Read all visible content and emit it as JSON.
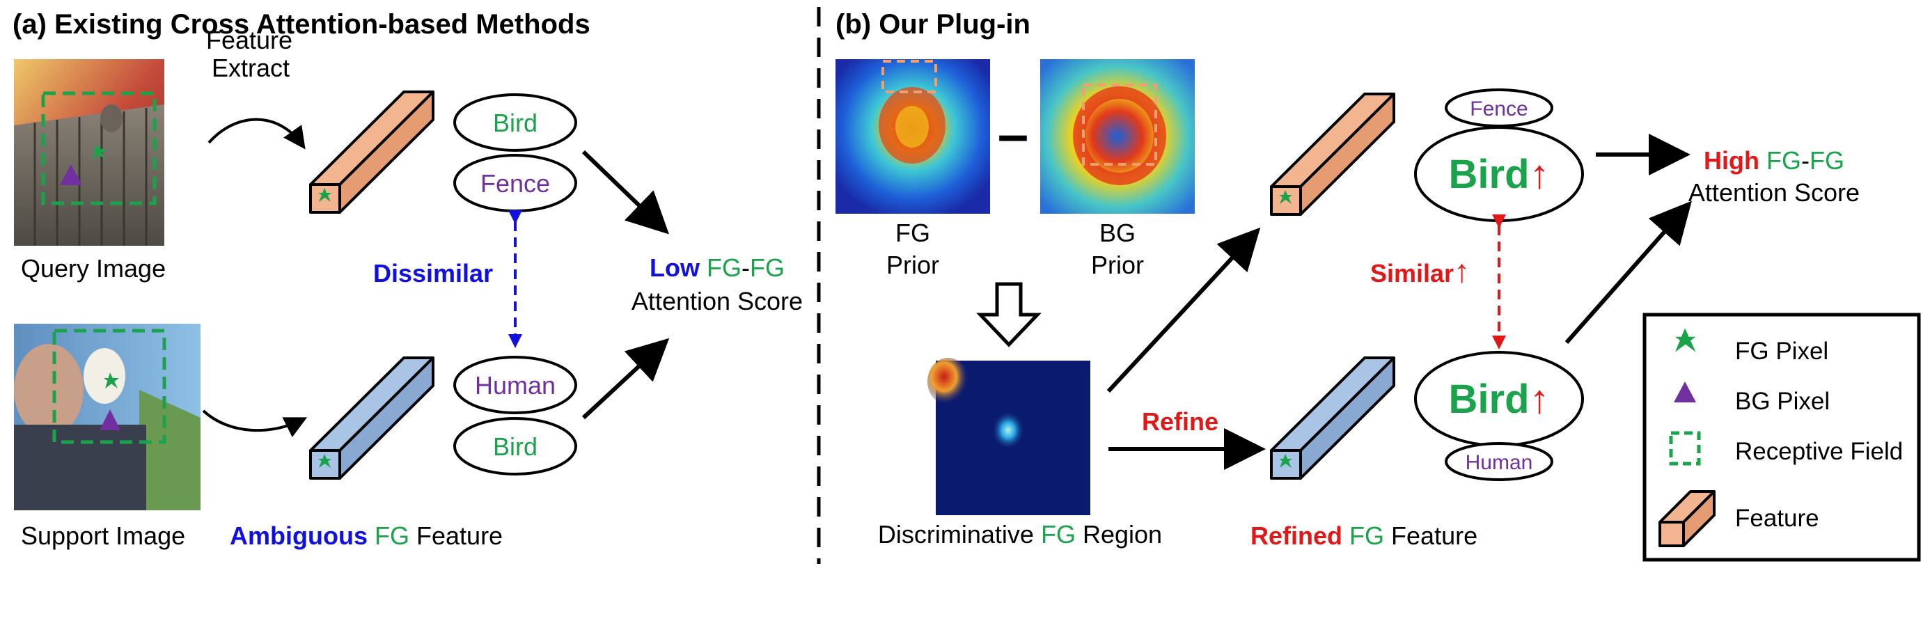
{
  "colors": {
    "fg_green": "#1aa34a",
    "bg_purple": "#7030a0",
    "blue_accent": "#1010e0",
    "red_accent": "#e21818",
    "feature_orange": "#f3b58f",
    "feature_blue": "#a9c4e4"
  },
  "panel_a": {
    "title": "(a) Existing Cross Attention-based Methods",
    "feature_extract": [
      "Feature",
      "Extract"
    ],
    "query_label": "Query Image",
    "support_label": "Support Image",
    "query_classes": [
      "Bird",
      "Fence"
    ],
    "support_classes": [
      "Human",
      "Bird"
    ],
    "dissimilar": "Dissimilar",
    "score_low": "Low",
    "score_fg": "FG",
    "score_dash": "-",
    "score_fg2": "FG",
    "score_line2": "Attention Score",
    "ambiguous": "Ambiguous",
    "ambiguous_fg": "FG",
    "ambiguous_feature": "Feature"
  },
  "panel_b": {
    "title": "(b) Our Plug-in",
    "fg_prior": [
      "FG",
      "Prior"
    ],
    "bg_prior": [
      "BG",
      "Prior"
    ],
    "minus": "–",
    "refine": "Refine",
    "discriminative_1": "Discriminative",
    "discriminative_fg": "FG",
    "discriminative_2": "Region",
    "refined": "Refined",
    "refined_fg": "FG",
    "refined_feature": "Feature",
    "top_small": "Fence",
    "top_big": "Bird",
    "bottom_big": "Bird",
    "bottom_small": "Human",
    "arrow_up": "↑",
    "similar": "Similar",
    "score_high": "High",
    "score_fg": "FG",
    "score_dash": "-",
    "score_fg2": "FG",
    "score_line2": "Attention Score"
  },
  "legend": {
    "fg_pixel": "FG Pixel",
    "bg_pixel": "BG Pixel",
    "receptive_field": "Receptive Field",
    "feature": "Feature"
  }
}
